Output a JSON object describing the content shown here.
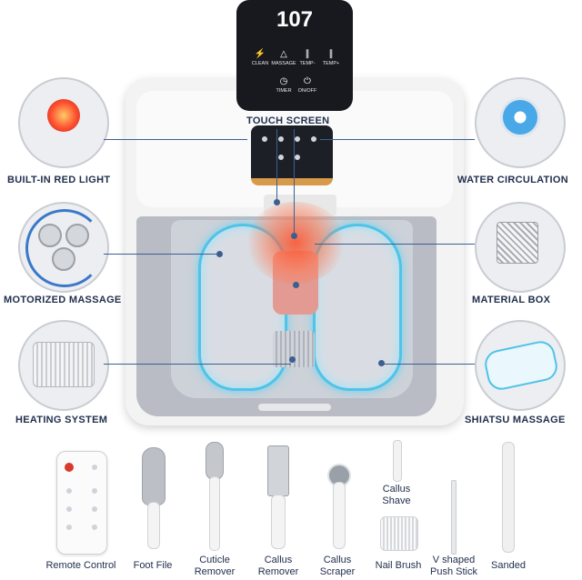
{
  "display": {
    "temperature": "107",
    "buttons": [
      "CLEAN",
      "MASSAGE",
      "TEMP-",
      "TEMP+",
      "TIMER",
      "ON/OFF"
    ]
  },
  "features": {
    "touch_screen": "TOUCH SCREEN",
    "red_light": "BUILT-IN RED LIGHT",
    "water_circulation": "WATER CIRCULATION",
    "motorized_massage": "MOTORIZED MASSAGE",
    "material_box": "MATERIAL BOX",
    "heating_system": "HEATING SYSTEM",
    "shiatsu_massage": "SHIATSU MASSAGE"
  },
  "accessories": [
    "Remote Control",
    "Foot File",
    "Cuticle Remover",
    "Callus Remover",
    "Callus Scraper",
    "Callus Shave",
    "Nail Brush",
    "V shaped Push Stick",
    "Sanded"
  ],
  "colors": {
    "accent": "#3c5f92",
    "glow": "#4fc3e8",
    "red_light": "#ff5030"
  }
}
